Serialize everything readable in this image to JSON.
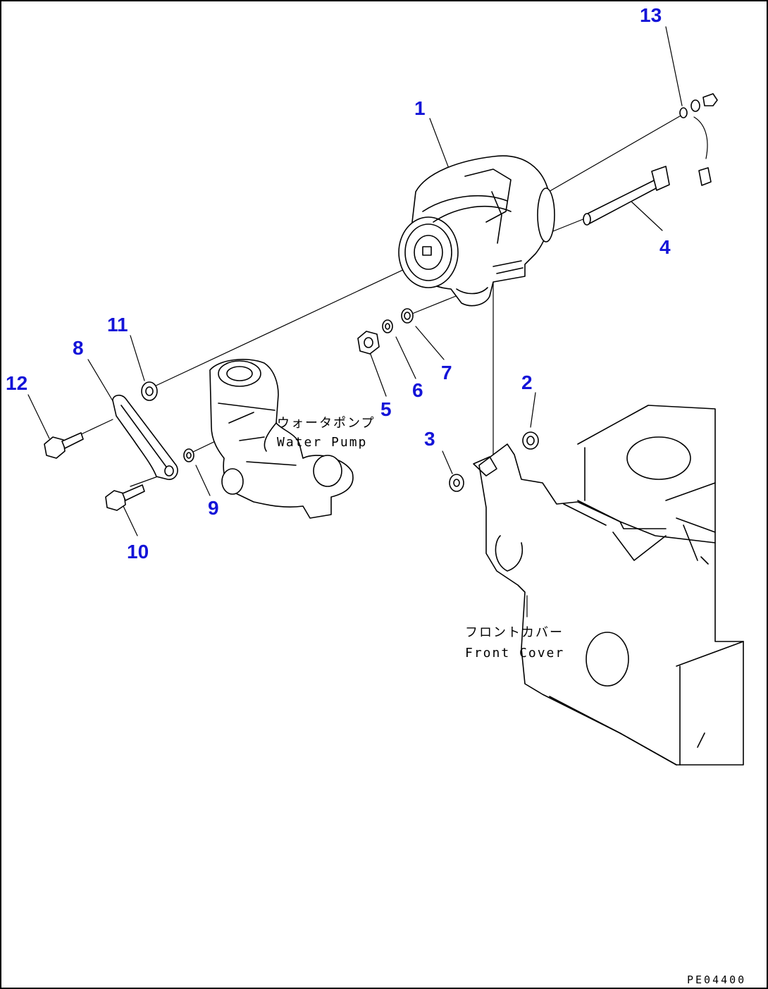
{
  "callouts": {
    "c1": "1",
    "c2": "2",
    "c3": "3",
    "c4": "4",
    "c5": "5",
    "c6": "6",
    "c7": "7",
    "c8": "8",
    "c9": "9",
    "c10": "10",
    "c11": "11",
    "c12": "12",
    "c13": "13"
  },
  "labels": {
    "water_pump_jp": "ウォータポンプ",
    "water_pump_en": "Water Pump",
    "front_cover_jp": "フロントカバー",
    "front_cover_en": "Front Cover"
  },
  "drawing_code": "PE04400",
  "colors": {
    "callout": "#1414d8",
    "line": "#000000",
    "background": "#ffffff"
  }
}
